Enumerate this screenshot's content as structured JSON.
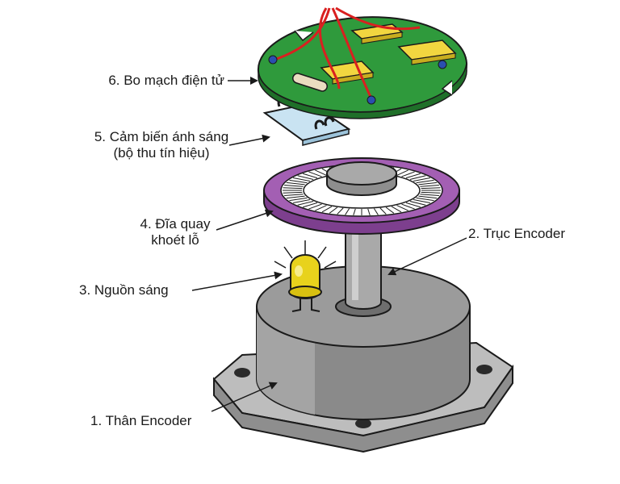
{
  "labels": {
    "pcb": "6. Bo mạch điện tử",
    "sensor_line1": "5. Cảm biến ánh sáng",
    "sensor_line2": "(bộ thu tín hiệu)",
    "disc_line1": "4. Đĩa quay",
    "disc_line2": "khoét lỗ",
    "light": "3. Nguồn sáng",
    "shaft": "2. Trục Encoder",
    "body": "1. Thân Encoder"
  },
  "colors": {
    "pcb": "#2f9a3c",
    "chip": "#f2d640",
    "wire": "#d92020",
    "disc": "#a35fb3",
    "metal": "#8d8d8d",
    "led": "#e8d21c",
    "sensor": "#c9e3f2"
  }
}
